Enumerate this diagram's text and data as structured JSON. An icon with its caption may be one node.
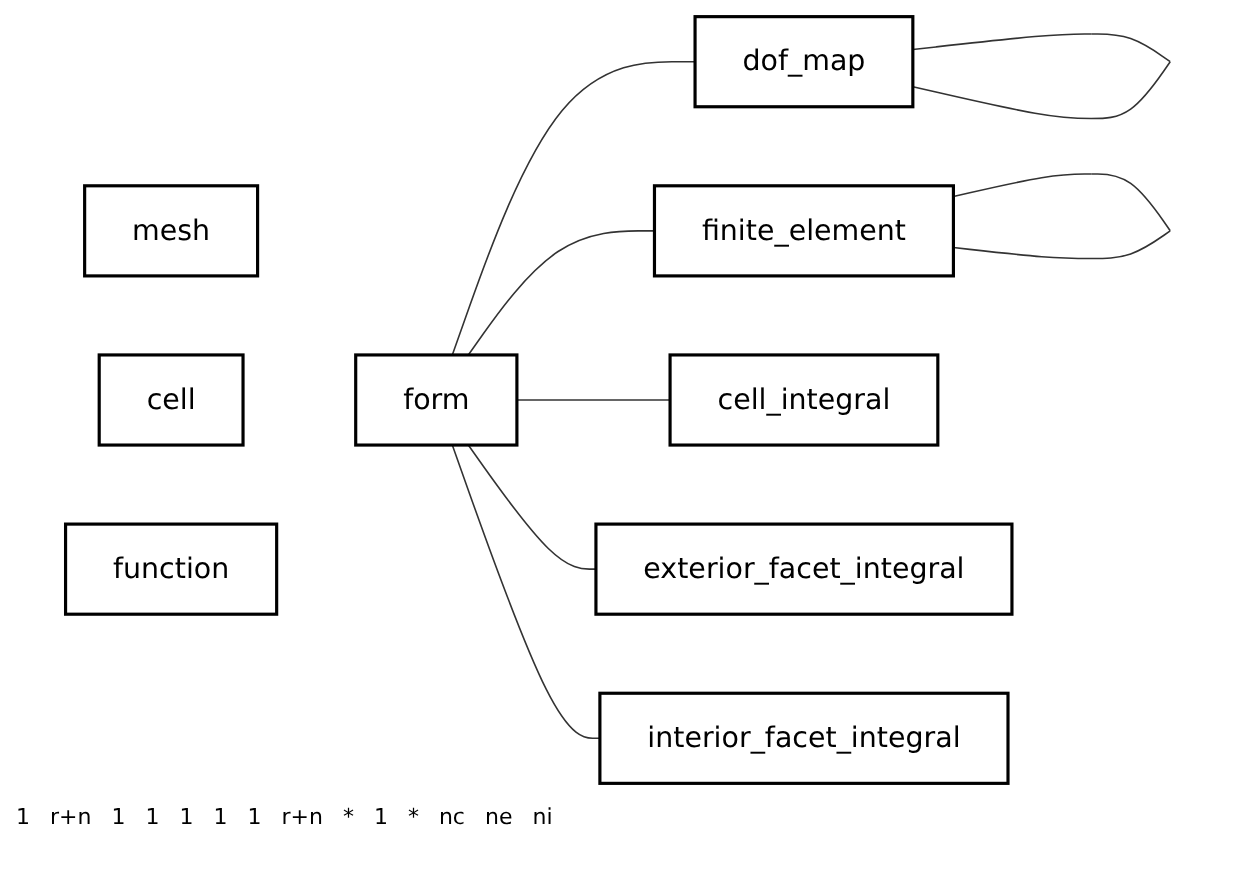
{
  "diagram": {
    "nodes": [
      {
        "text": [
          "form"
        ]
      },
      {
        "text": [
          "dof_map"
        ]
      },
      {
        "text": [
          "finite_element"
        ]
      },
      {
        "text": [
          "mesh"
        ]
      },
      {
        "text": [
          "cell_integral"
        ]
      },
      {
        "text": [
          "cell"
        ]
      },
      {
        "text": [
          "exterior_facet_integral"
        ]
      },
      {
        "text": [
          "function"
        ]
      },
      {
        "text": [
          "interior_facet_integral"
        ]
      }
    ],
    "edges": [
      {
        "from": 0,
        "to": 1,
        "arrow": "none"
      },
      {
        "from": 1,
        "to": 1,
        "arrow": "none"
      },
      {
        "from": 0,
        "to": 2,
        "arrow": "none"
      },
      {
        "from": 2,
        "to": 2,
        "arrow": "none"
      },
      {
        "from": 0,
        "to": 4,
        "arrow": "none"
      },
      {
        "from": 0,
        "to": 6,
        "arrow": "none"
      },
      {
        "from": 0,
        "to": 8,
        "arrow": "none"
      }
    ],
    "labels": [
      "1",
      "r+n",
      "1",
      "1",
      "1",
      "1",
      "1",
      "r+n",
      "*",
      "1",
      "*",
      "nc",
      "ne",
      "ni"
    ]
  }
}
